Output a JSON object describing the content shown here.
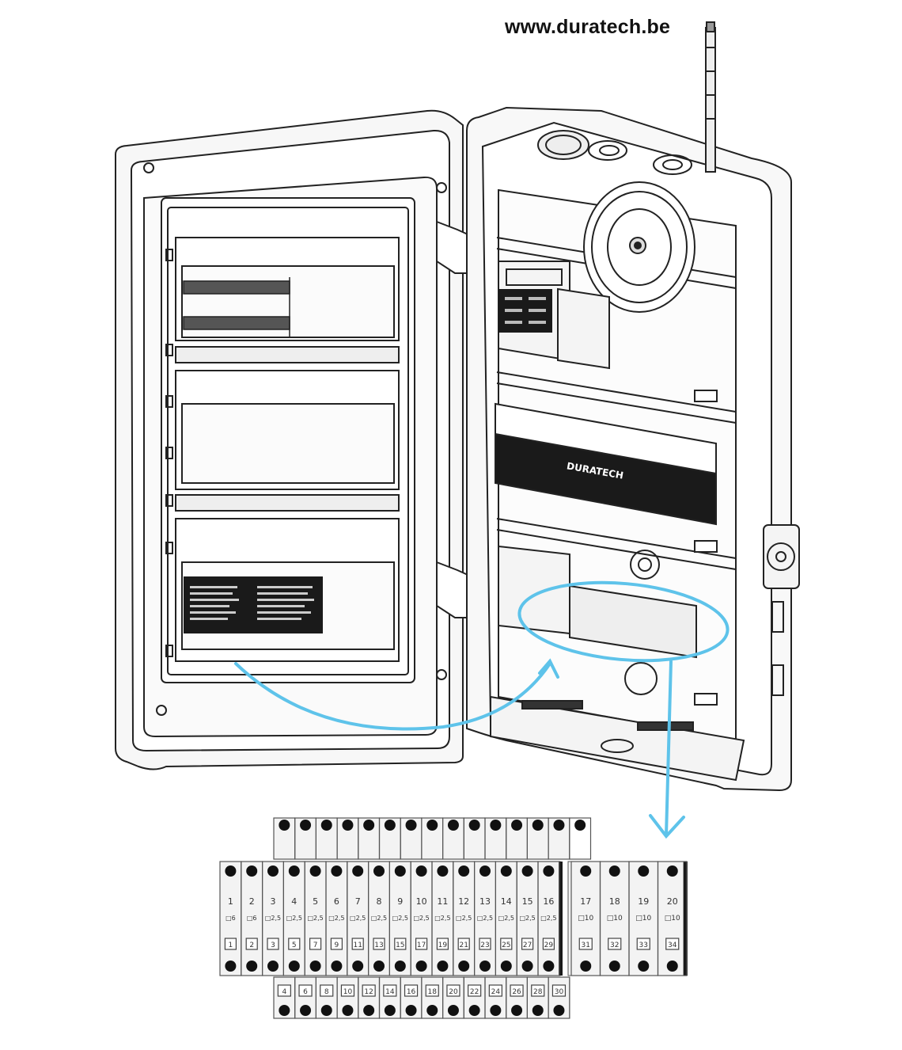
{
  "header": {
    "website": "www.duratech.be"
  },
  "colors": {
    "arrow": "#5ec3ea",
    "line": "#222222",
    "panel": "#f3f3f3",
    "dark": "#1a1a1a"
  },
  "device": {
    "brand_label": "DURATECH"
  },
  "terminal_block": {
    "top_row_dots": 15,
    "main_terminals": [
      {
        "num": "1",
        "size": "□6",
        "code": "1"
      },
      {
        "num": "2",
        "size": "□6",
        "code": "2"
      },
      {
        "num": "3",
        "size": "□2,5",
        "code": "3"
      },
      {
        "num": "4",
        "size": "□2,5",
        "code": "5"
      },
      {
        "num": "5",
        "size": "□2,5",
        "code": "7"
      },
      {
        "num": "6",
        "size": "□2,5",
        "code": "9"
      },
      {
        "num": "7",
        "size": "□2,5",
        "code": "11"
      },
      {
        "num": "8",
        "size": "□2,5",
        "code": "13"
      },
      {
        "num": "9",
        "size": "□2,5",
        "code": "15"
      },
      {
        "num": "10",
        "size": "□2,5",
        "code": "17"
      },
      {
        "num": "11",
        "size": "□2,5",
        "code": "19"
      },
      {
        "num": "12",
        "size": "□2,5",
        "code": "21"
      },
      {
        "num": "13",
        "size": "□2,5",
        "code": "23"
      },
      {
        "num": "14",
        "size": "□2,5",
        "code": "25"
      },
      {
        "num": "15",
        "size": "□2,5",
        "code": "27"
      },
      {
        "num": "16",
        "size": "□2,5",
        "code": "29"
      }
    ],
    "right_terminals": [
      {
        "num": "17",
        "size": "□10",
        "code": "31"
      },
      {
        "num": "18",
        "size": "□10",
        "code": "32"
      },
      {
        "num": "19",
        "size": "□10",
        "code": "33"
      },
      {
        "num": "20",
        "size": "□10",
        "code": "34"
      }
    ],
    "bottom_codes": [
      "4",
      "6",
      "8",
      "10",
      "12",
      "14",
      "16",
      "18",
      "20",
      "22",
      "24",
      "26",
      "28",
      "30"
    ]
  }
}
